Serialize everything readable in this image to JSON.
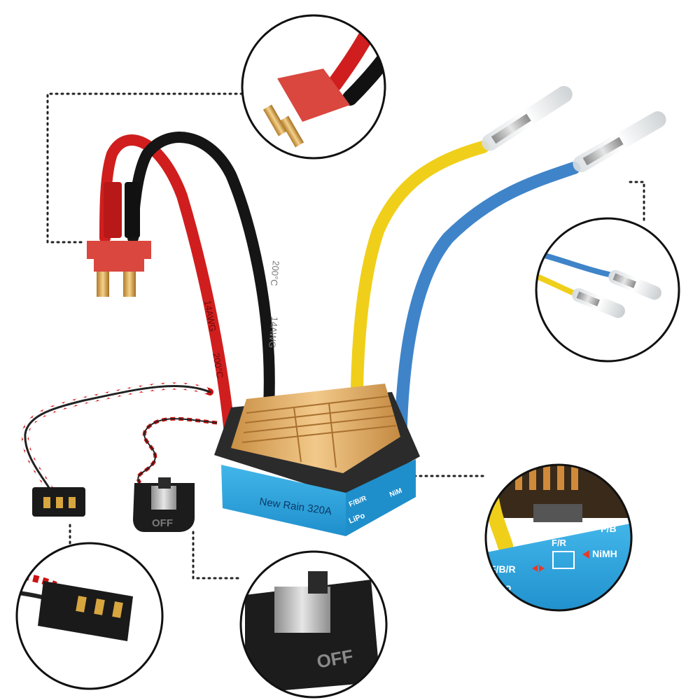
{
  "product": {
    "label": "New Rain 320A",
    "switch_text": "OFF",
    "mode_fbr": "F/B/R",
    "mode_fr": "F/R",
    "battery_lipo": "LiPo",
    "battery_nimh": "NiMH",
    "battery_nimh_cut": "NiM",
    "wire_gauge": "14AWG",
    "wire_temp": "200°C"
  },
  "colors": {
    "red_wire": "#d01e1e",
    "black_wire": "#151515",
    "yellow_wire": "#f0cf1a",
    "blue_wire": "#3f84c9",
    "heatsink": "#e2b26a",
    "label_blue": "#2ea6de",
    "connector_red": "#d9473f",
    "dotted_line": "#222222",
    "circle_border": "#111111"
  },
  "callouts": [
    {
      "name": "t-plug-detail"
    },
    {
      "name": "bullet-connector-detail"
    },
    {
      "name": "mode-switch-detail"
    },
    {
      "name": "servo-plug-detail"
    },
    {
      "name": "power-switch-detail"
    }
  ]
}
